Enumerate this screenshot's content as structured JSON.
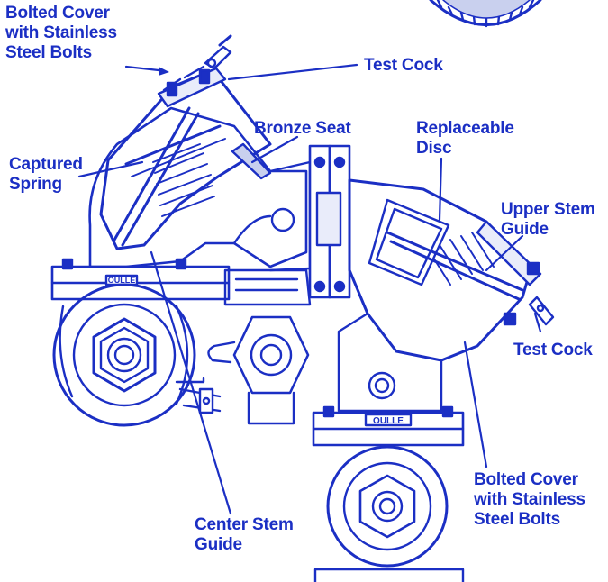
{
  "colors": {
    "ink": "#1b2fc4",
    "background": "#ffffff"
  },
  "labels": {
    "bolted_cover_left": [
      "Bolted Cover",
      "with Stainless",
      "Steel Bolts"
    ],
    "test_cock_top": "Test Cock",
    "bronze_seat": "Bronze Seat",
    "replaceable_disc": [
      "Replaceable",
      "Disc"
    ],
    "captured_spring": [
      "Captured",
      "Spring"
    ],
    "upper_stem_guide": [
      "Upper Stem",
      "Guide"
    ],
    "test_cock_right": "Test Cock",
    "bolted_cover_right": [
      "Bolted Cover",
      "with Stainless",
      "Steel Bolts"
    ],
    "center_stem_guide": [
      "Center Stem",
      "Guide"
    ]
  },
  "nameplates": {
    "left": "OULLE",
    "right": "OULLE"
  }
}
